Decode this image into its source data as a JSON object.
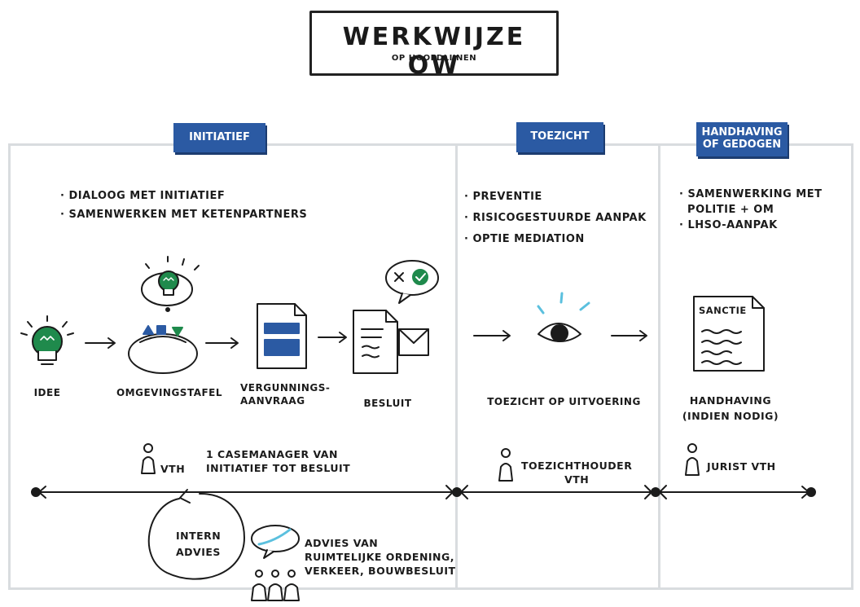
{
  "title": {
    "main": "WERKWIJZE OW",
    "sub": "OP HOOFDLIJNEN"
  },
  "phases": {
    "initiatief": {
      "label": "INITIATIEF",
      "bullets": [
        "· DIALOOG MET INITIATIEF",
        "· SAMENWERKEN MET KETENPARTNERS"
      ],
      "steps": [
        "IDEE",
        "OMGEVINGSTAFEL",
        "VERGUNNINGS-\nAANVRAAG",
        "BESLUIT"
      ],
      "role_tag": "VTH",
      "role_text": "1 CASEMANAGER VAN\nINITIATIEF TOT BESLUIT"
    },
    "toezicht": {
      "label": "TOEZICHT",
      "bullets": [
        "· PREVENTIE",
        "· RISICOGESTUURDE AANPAK",
        "· OPTIE MEDIATION"
      ],
      "step": "TOEZICHT OP UITVOERING",
      "role_text": "TOEZICHTHOUDER\nVTH"
    },
    "handhaving": {
      "label": "HANDHAVING\nOF GEDOGEN",
      "bullets": [
        "· SAMENWERKING MET\n  POLITIE + OM",
        "· LHSO-AANPAK"
      ],
      "document_label": "SANCTIE",
      "step": "HANDHAVING\n(INDIEN NODIG)",
      "role_text": "JURIST VTH"
    }
  },
  "advice": {
    "intern_label": "INTERN\nADVIES",
    "text": "ADVIES VAN\nRUIMTELIJKE ORDENING,\nVERKEER, BOUWBESLUIT"
  },
  "colors": {
    "phase_blue": "#2b5aa3",
    "bulb_green": "#1f8a4c",
    "eye_blue": "#5bc0de",
    "frame_grey": "#d9dcdf",
    "ink": "#1b1b1b"
  },
  "icons": [
    "lightbulb-icon",
    "omgevingstafel-icon",
    "document-icon",
    "besluit-icon",
    "speech-bubble-icon",
    "eye-icon",
    "sanctie-document-icon",
    "person-icon"
  ]
}
